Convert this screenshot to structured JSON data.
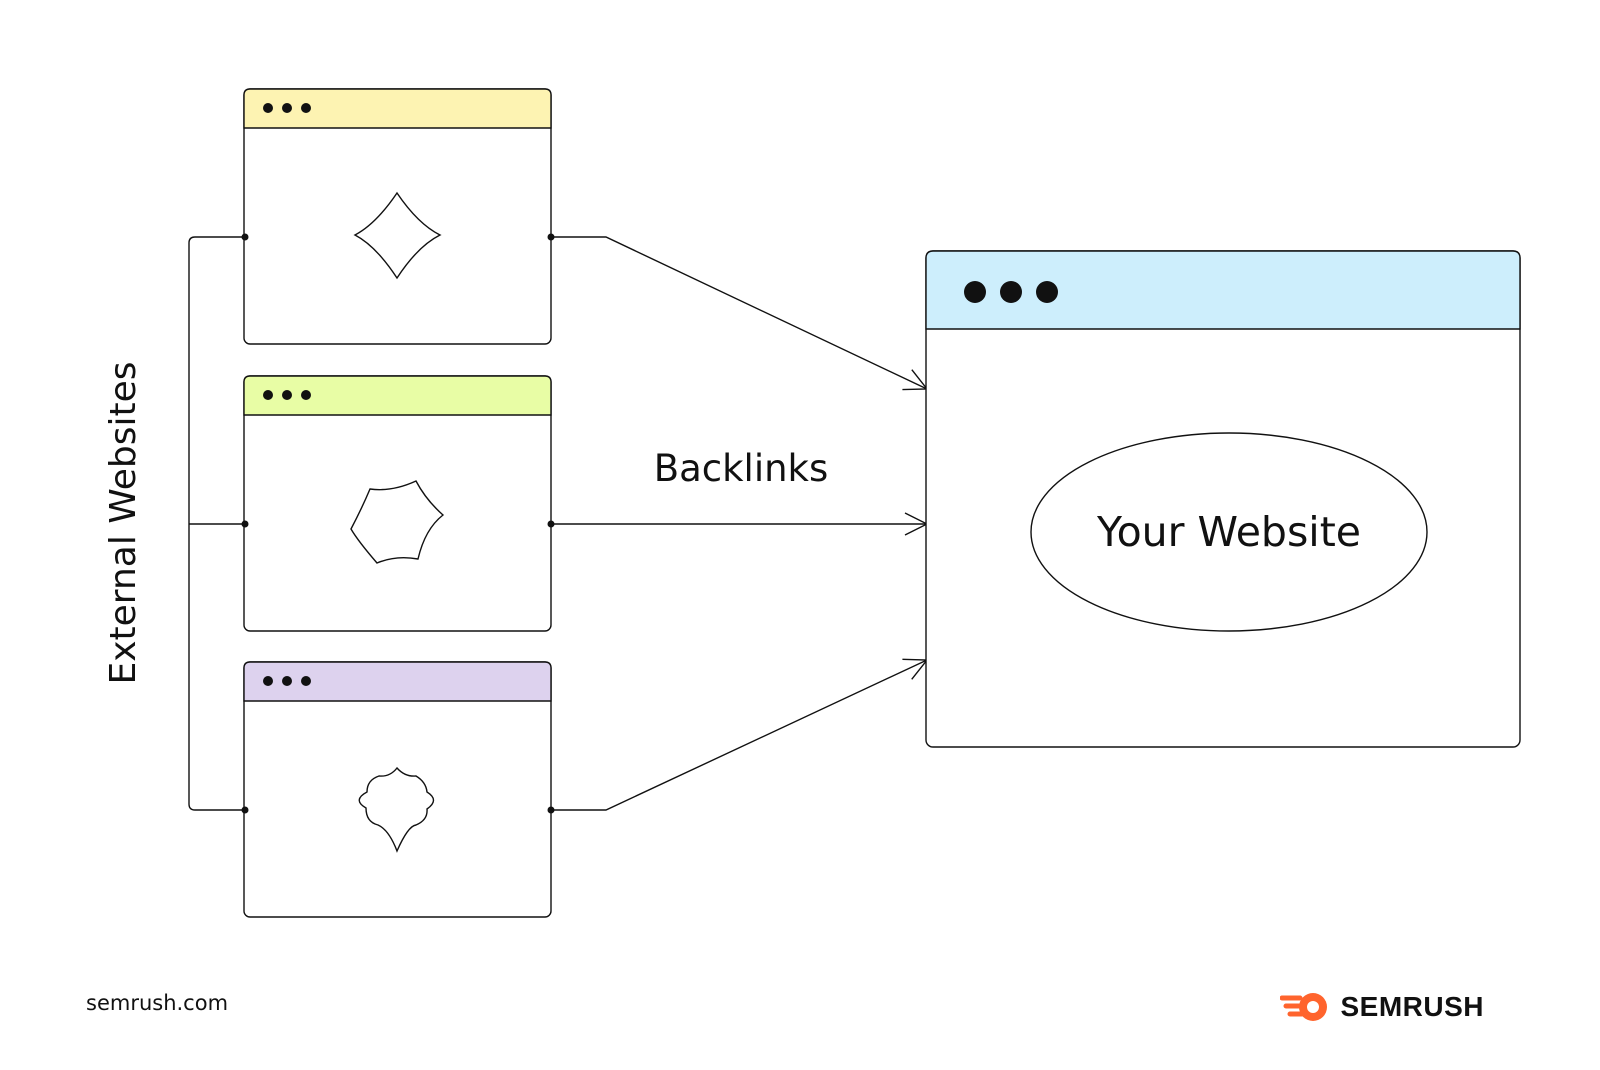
{
  "diagram": {
    "side_label": "External Websites",
    "edge_label": "Backlinks",
    "target_label": "Your Website",
    "colors": {
      "window_1_header": "#fdf3b2",
      "window_2_header": "#e8fda5",
      "window_3_header": "#ddd2ee",
      "target_header": "#cdeefc",
      "stroke": "#111111"
    }
  },
  "footer": {
    "url": "semrush.com",
    "brand": "SEMRUSH",
    "brand_color": "#ff642d"
  }
}
